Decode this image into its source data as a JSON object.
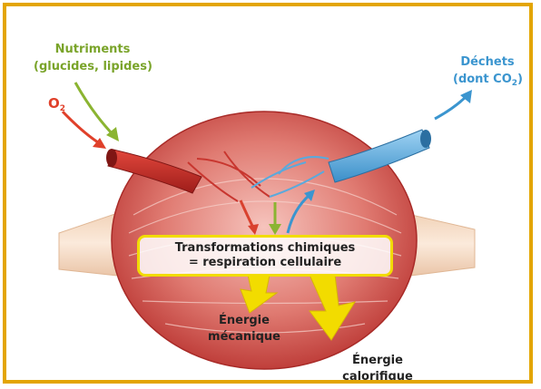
{
  "labels": {
    "nutrients_line1": "Nutriments",
    "nutrients_line2": "(glucides, lipides)",
    "o2_base": "O",
    "o2_sub": "2",
    "waste_line1": "Déchets",
    "waste_line2_prefix": "(dont CO",
    "waste_line2_sub": "2",
    "waste_line2_suffix": ")",
    "transform_line1": "Transformations chimiques",
    "transform_line2": "= respiration cellulaire",
    "mech_line1": "Énergie",
    "mech_line2": "mécanique",
    "heat_line1": "Énergie",
    "heat_line2": "calorifique"
  },
  "colors": {
    "frame": "#e3a500",
    "nutrients": "#7aa42a",
    "oxygen": "#e0402a",
    "waste": "#3b95cf",
    "box_border": "#f2dc00",
    "energy_arrow": "#f2dc00",
    "muscle": "#d9534f",
    "tendon": "#f3d9c2"
  }
}
